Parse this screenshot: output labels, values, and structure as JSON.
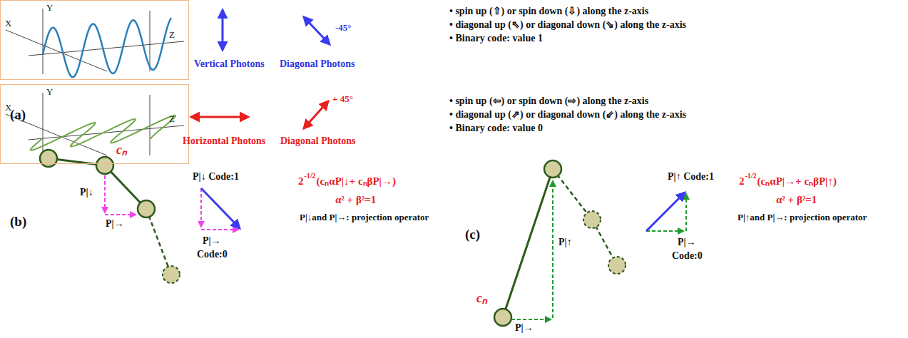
{
  "diagram": {
    "nodes": [
      {
        "text": [
          "X",
          "Y",
          "Z"
        ]
      },
      {
        "text": [
          "X",
          "Y",
          "Z"
        ]
      }
    ],
    "labels": [
      "(a)",
      "Vertical Photons",
      "Diagonal Photons",
      "-45°",
      "• spin up (⇧) or spin down (⇩) along the z-axis",
      "• diagonal up (⇖) or diagonal down (⇘) along the z-axis",
      "• Binary code: value 1",
      "Horizontal Photons",
      "Diagonal Photons",
      "+ 45°",
      "• spin up (⇦) or spin down (⇨) along the z-axis",
      "• diagonal up (⇗) or diagonal down (⇙) along the z-axis",
      "• Binary code: value 0",
      "(b)",
      "cₙ",
      "P|↓",
      "P|→",
      "P|↓ Code:1",
      "P|→",
      "Code:0",
      "2",
      "-1/2",
      "(cₙαP|↓+ cₙβP|→)",
      "α² + β²=1",
      "P|↓and P|→: projection operator",
      "(c)",
      "cₙ",
      "P|↑",
      "P|→",
      "P|↑ Code:1",
      "P|→",
      "Code:0",
      "2",
      "-1/2",
      "(cₙαP|→+ cₙβP|↑)",
      "α² + β²=1",
      "P|↑and P|→: projection operator"
    ]
  }
}
